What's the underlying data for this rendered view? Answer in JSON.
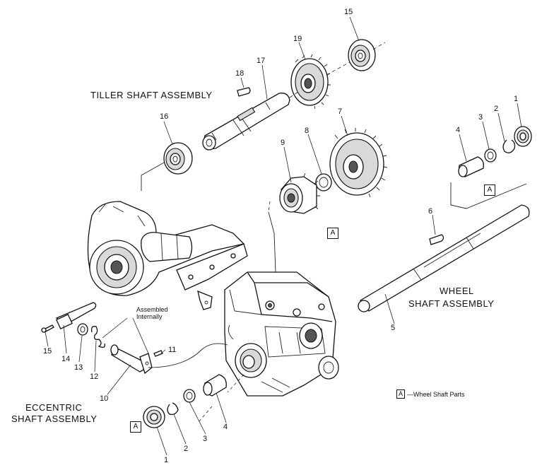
{
  "titles": {
    "tiller": "TILLER SHAFT ASSEMBLY",
    "wheel_line1": "WHEEL",
    "wheel_line2": "SHAFT ASSEMBLY",
    "eccentric_line1": "ECCENTRIC",
    "eccentric_line2": "SHAFT ASSEMBLY"
  },
  "notes": {
    "assembled_line1": "Assembled",
    "assembled_line2": "Internally",
    "legend_box": "A",
    "legend_text": "—Wheel Shaft Parts"
  },
  "part_numbers": {
    "p15_top": "15",
    "p19": "19",
    "p18": "18",
    "p17": "17",
    "p16": "16",
    "p9": "9",
    "p8": "8",
    "p7": "7",
    "p4_right": "4",
    "p3_right": "3",
    "p2_right": "2",
    "p1_right": "1",
    "p6": "6",
    "p5": "5",
    "p11": "11",
    "p15_left": "15",
    "p14": "14",
    "p13": "13",
    "p12": "12",
    "p10": "10",
    "p1_bottom": "1",
    "p2_bottom": "2",
    "p3_bottom": "3",
    "p4_bottom": "4"
  },
  "callout_boxes": {
    "a_right": "A",
    "a_center": "A",
    "a_bottom": "A"
  }
}
